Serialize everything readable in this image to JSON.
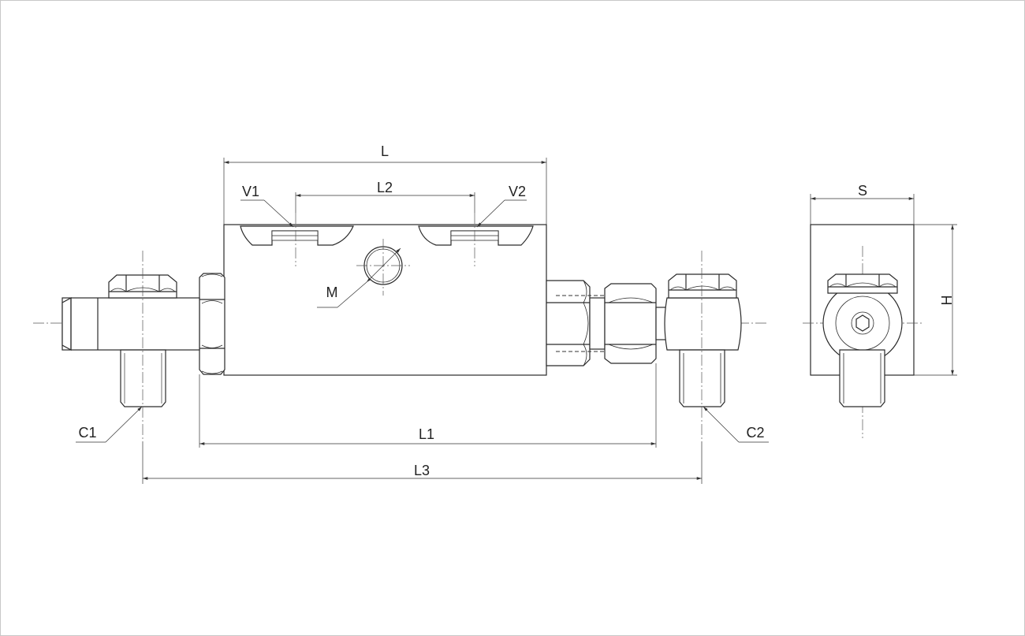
{
  "drawing": {
    "labels": {
      "L": "L",
      "L1": "L1",
      "L2": "L2",
      "L3": "L3",
      "V1": "V1",
      "V2": "V2",
      "M": "M",
      "C1": "C1",
      "C2": "C2",
      "S": "S",
      "H": "H"
    }
  }
}
